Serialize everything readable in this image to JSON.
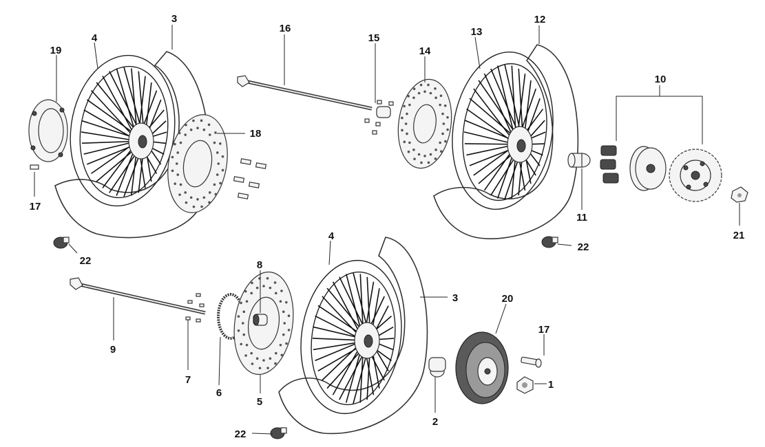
{
  "callouts": [
    {
      "id": "c3a",
      "text": "3"
    },
    {
      "id": "c4a",
      "text": "4"
    },
    {
      "id": "c19",
      "text": "19"
    },
    {
      "id": "c18",
      "text": "18"
    },
    {
      "id": "c17a",
      "text": "17"
    },
    {
      "id": "c22a",
      "text": "22"
    },
    {
      "id": "c16",
      "text": "16"
    },
    {
      "id": "c15",
      "text": "15"
    },
    {
      "id": "c14",
      "text": "14"
    },
    {
      "id": "c13",
      "text": "13"
    },
    {
      "id": "c12",
      "text": "12"
    },
    {
      "id": "c10",
      "text": "10"
    },
    {
      "id": "c11",
      "text": "11"
    },
    {
      "id": "c21",
      "text": "21"
    },
    {
      "id": "c22b",
      "text": "22"
    },
    {
      "id": "c4b",
      "text": "4"
    },
    {
      "id": "c3b",
      "text": "3"
    },
    {
      "id": "c8",
      "text": "8"
    },
    {
      "id": "c9",
      "text": "9"
    },
    {
      "id": "c7",
      "text": "7"
    },
    {
      "id": "c6",
      "text": "6"
    },
    {
      "id": "c5",
      "text": "5"
    },
    {
      "id": "c20",
      "text": "20"
    },
    {
      "id": "c17b",
      "text": "17"
    },
    {
      "id": "c1",
      "text": "1"
    },
    {
      "id": "c2",
      "text": "2"
    },
    {
      "id": "c22c",
      "text": "22"
    }
  ]
}
